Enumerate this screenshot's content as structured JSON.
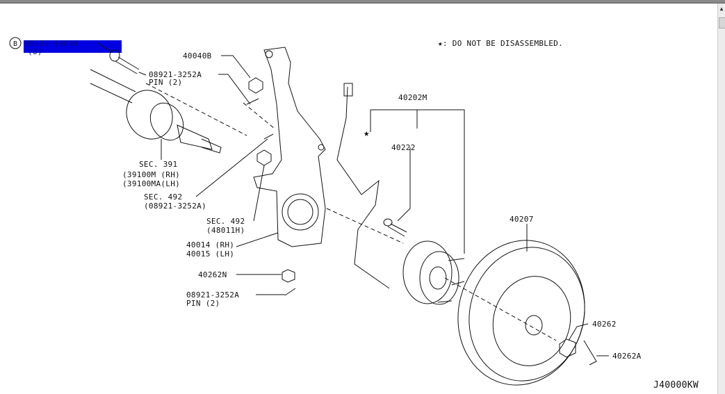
{
  "note": "★: DO NOT BE DISASSEMBLED.",
  "diagram_code": "J40000KW",
  "highlight_color": "#0000e0",
  "selected_part": {
    "marker": "B",
    "number": "08187-4601A",
    "qty": "(8)"
  },
  "labels": {
    "nut_40040b": "40040B",
    "pin_upper": "08921-3252A",
    "pin_upper_qty": "PIN (2)",
    "hub_assy": "40202M",
    "sensor": "40222",
    "sec391": "SEC. 391",
    "sec391_rh": "(39100M (RH)",
    "sec391_lh": "(39100MA(LH)",
    "sec492a": "SEC. 492",
    "sec492a_part": "(08921-3252A)",
    "sec492b": "SEC. 492",
    "sec492b_part": "(48011H)",
    "knuckle_rh": "40014 (RH)",
    "knuckle_lh": "40015 (LH)",
    "nut_40262n": "40262N",
    "pin_lower": "08921-3252A",
    "pin_lower_qty": "PIN (2)",
    "rotor": "40207",
    "hub_nut": "40262",
    "cotter": "40262A",
    "star": "★"
  }
}
